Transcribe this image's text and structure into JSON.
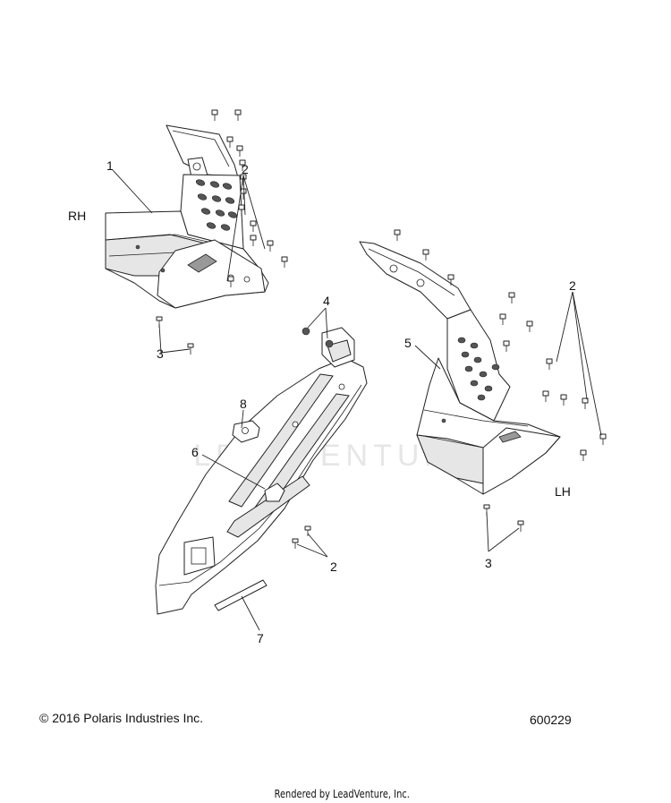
{
  "labels": {
    "rh": "RH",
    "lh": "LH",
    "c1": "1",
    "c2a": "2",
    "c3a": "3",
    "c4": "4",
    "c5": "5",
    "c2b": "2",
    "c8": "8",
    "c6": "6",
    "c2c": "2",
    "c3b": "3",
    "c7": "7"
  },
  "watermark": "LEADVENTURE",
  "footer": {
    "copyright": "© 2016 Polaris Industries Inc.",
    "diagram_number": "600229",
    "rendered_by": "Rendered by LeadVenture, Inc."
  }
}
